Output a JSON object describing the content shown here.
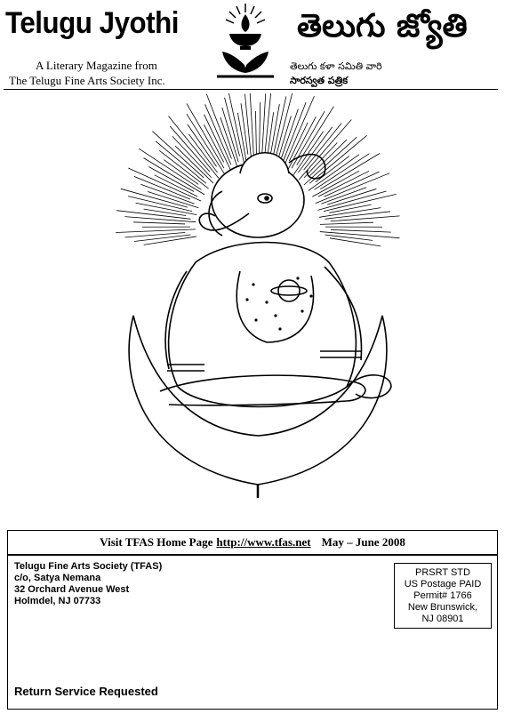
{
  "header": {
    "title_en": "Telugu Jyothi",
    "subtitle_line1": "A Literary Magazine from",
    "subtitle_line2": "The Telugu Fine Arts Society Inc.",
    "title_te": "తెలుగు జ్యోతి",
    "te_line1": "తెలుగు కళా సమితి వారి",
    "te_line2": "సారస్వత పత్రిక"
  },
  "visit_bar": {
    "prefix": "Visit TFAS Home Page",
    "url": "http://www.tfas.net",
    "issue_date": "May  – June 2008"
  },
  "mailing": {
    "org": "Telugu Fine Arts Society (TFAS)",
    "care_of": "c/o, Satya Nemana",
    "street": "32 Orchard Avenue West",
    "city": "Holmdel, NJ 07733",
    "return_service": "Return Service Requested"
  },
  "postage": {
    "line1": "PRSRT STD",
    "line2": "US Postage PAID",
    "line3": "Permit# 1766",
    "line4": "New Brunswick,",
    "line5": "NJ 08901"
  }
}
